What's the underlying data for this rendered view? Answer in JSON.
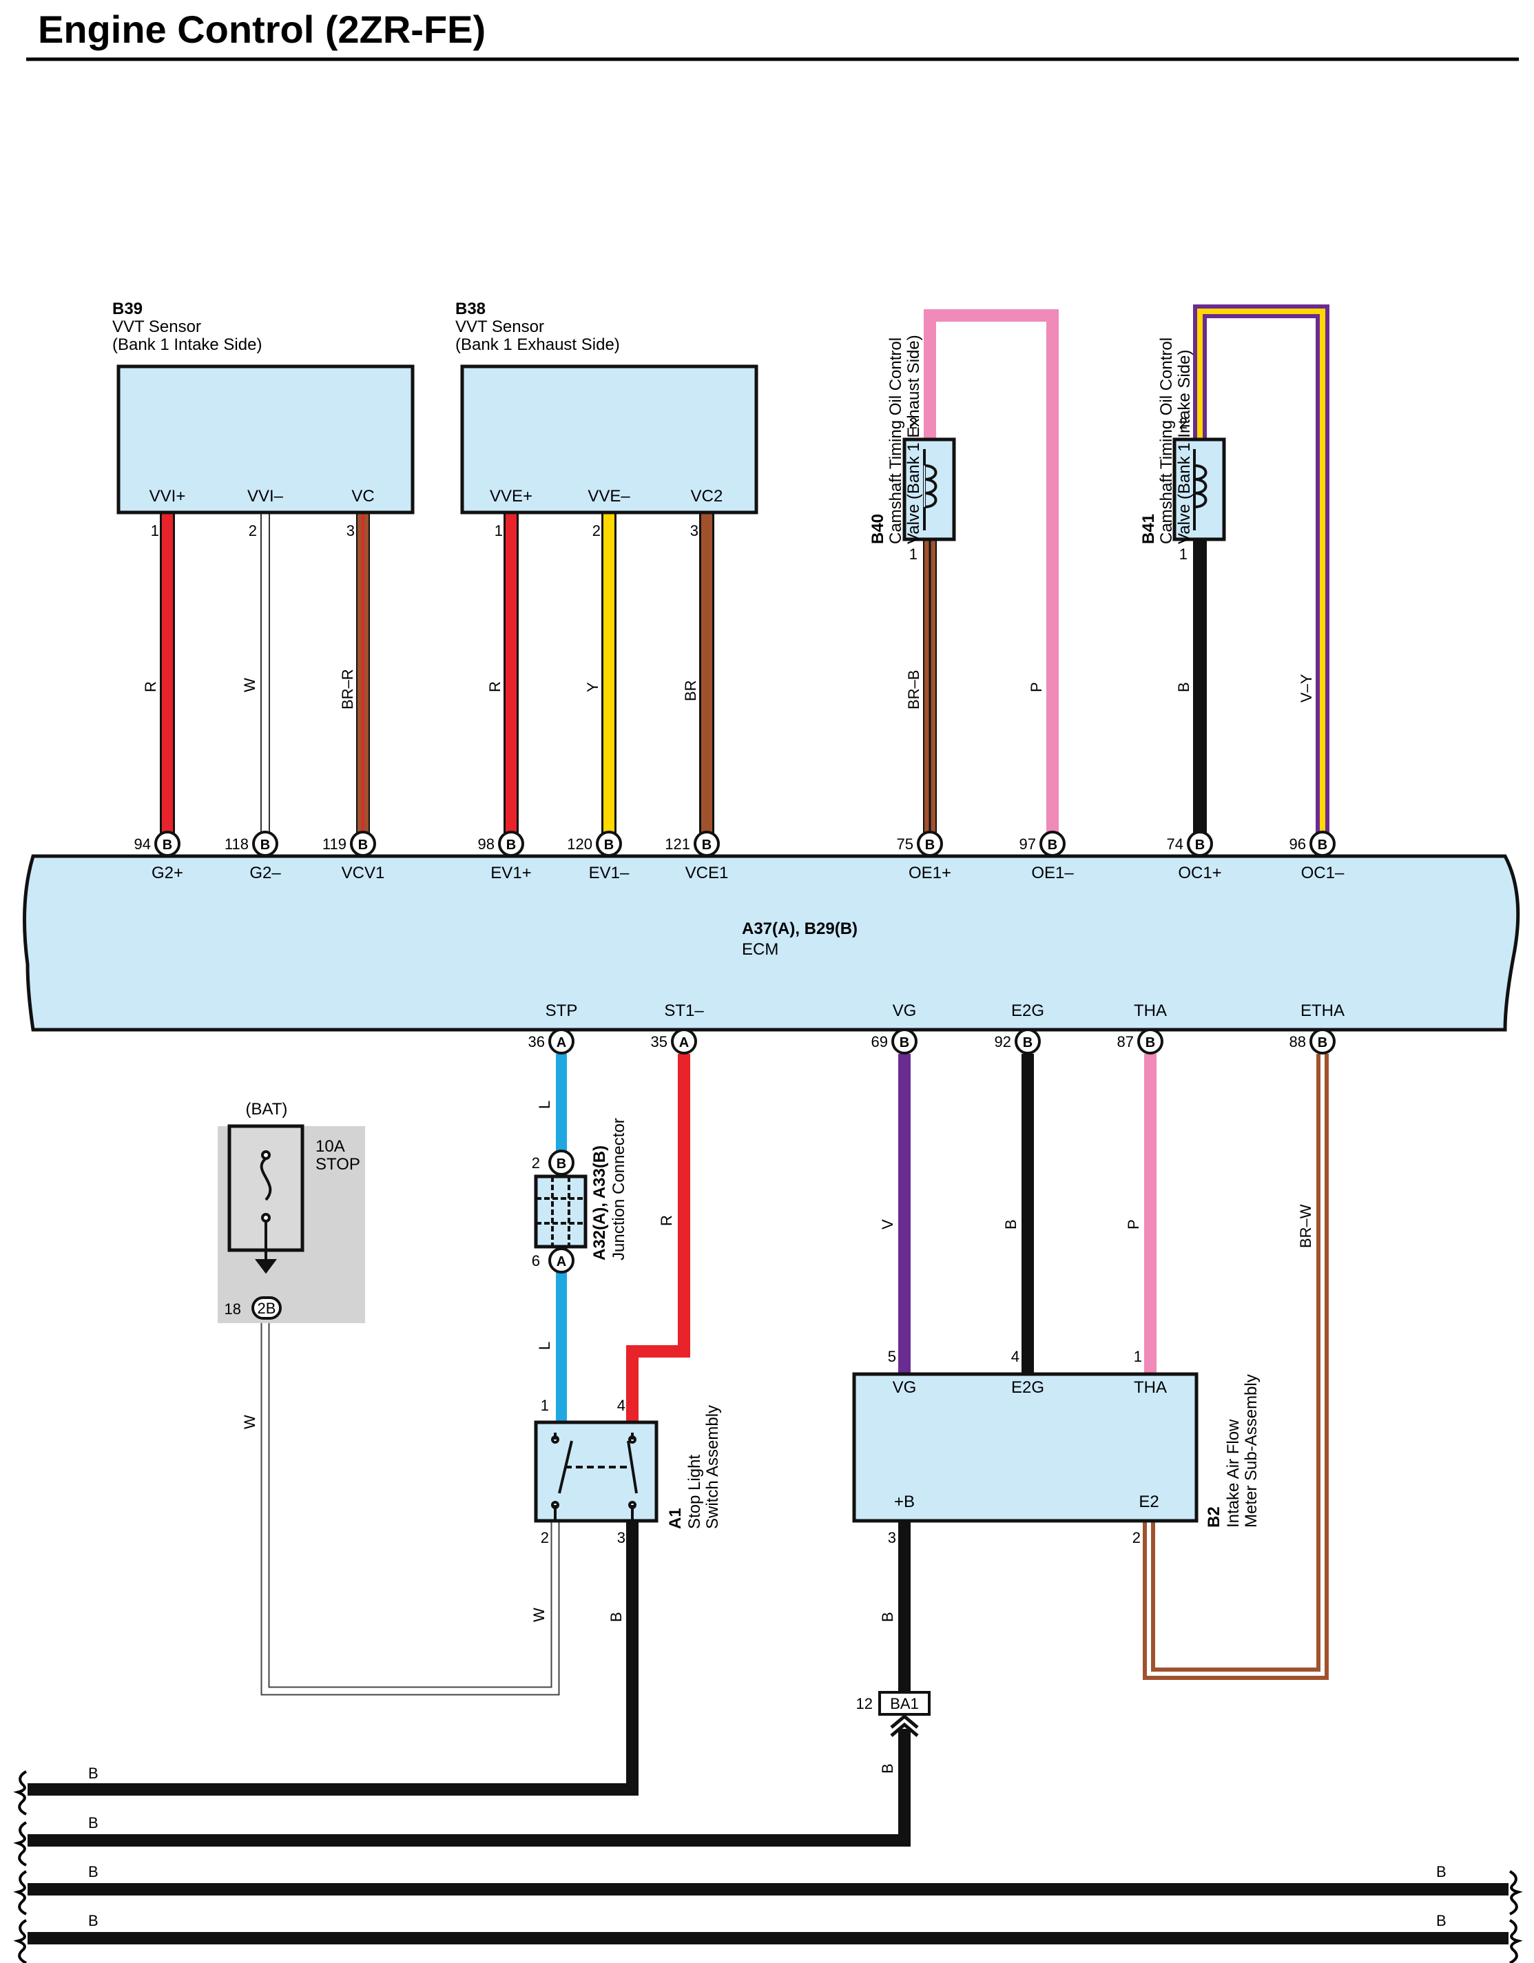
{
  "title": "Engine Control (2ZR-FE)",
  "components": {
    "b39": {
      "code": "B39",
      "line1": "VVT Sensor",
      "line2": "(Bank 1 Intake Side)",
      "pins": [
        "VVI+",
        "VVI–",
        "VC"
      ],
      "pin_nums": [
        "1",
        "2",
        "3"
      ]
    },
    "b38": {
      "code": "B38",
      "line1": "VVT Sensor",
      "line2": "(Bank 1 Exhaust Side)",
      "pins": [
        "VVE+",
        "VVE–",
        "VC2"
      ],
      "pin_nums": [
        "1",
        "2",
        "3"
      ]
    },
    "b40": {
      "code": "B40",
      "line1": "Camshaft Timing Oil Control",
      "line2": "Valve (Bank 1 Exhaust Side)",
      "pin_top": "2",
      "pin_bottom": "1"
    },
    "b41": {
      "code": "B41",
      "line1": "Camshaft Timing Oil Control",
      "line2": "Valve (Bank 1 Intake Side)",
      "pin_top": "2",
      "pin_bottom": "1"
    },
    "ecm": {
      "code": "A37(A), B29(B)",
      "name": "ECM",
      "top_terms": [
        {
          "num": "94",
          "conn": "B",
          "label": "G2+"
        },
        {
          "num": "118",
          "conn": "B",
          "label": "G2–"
        },
        {
          "num": "119",
          "conn": "B",
          "label": "VCV1"
        },
        {
          "num": "98",
          "conn": "B",
          "label": "EV1+"
        },
        {
          "num": "120",
          "conn": "B",
          "label": "EV1–"
        },
        {
          "num": "121",
          "conn": "B",
          "label": "VCE1"
        },
        {
          "num": "75",
          "conn": "B",
          "label": "OE1+"
        },
        {
          "num": "97",
          "conn": "B",
          "label": "OE1–"
        },
        {
          "num": "74",
          "conn": "B",
          "label": "OC1+"
        },
        {
          "num": "96",
          "conn": "B",
          "label": "OC1–"
        }
      ],
      "bottom_terms": [
        {
          "num": "36",
          "conn": "A",
          "label": "STP"
        },
        {
          "num": "35",
          "conn": "A",
          "label": "ST1–"
        },
        {
          "num": "69",
          "conn": "B",
          "label": "VG"
        },
        {
          "num": "92",
          "conn": "B",
          "label": "E2G"
        },
        {
          "num": "87",
          "conn": "B",
          "label": "THA"
        },
        {
          "num": "88",
          "conn": "B",
          "label": "ETHA"
        }
      ]
    },
    "fuse": {
      "source": "(BAT)",
      "rating": "10A",
      "name": "STOP",
      "conn": "2B",
      "num": "18"
    },
    "junction": {
      "code": "A32(A), A33(B)",
      "name": "Junction Connector",
      "top_num": "2",
      "top_conn": "B",
      "bottom_num": "6",
      "bottom_conn": "A"
    },
    "a1": {
      "code": "A1",
      "line1": "Stop Light",
      "line2": "Switch Assembly",
      "pins": [
        "1",
        "4",
        "2",
        "3"
      ]
    },
    "b2": {
      "code": "B2",
      "line1": "Intake Air Flow",
      "line2": "Meter Sub-Assembly",
      "top_pins": [
        {
          "num": "5",
          "label": "VG"
        },
        {
          "num": "4",
          "label": "E2G"
        },
        {
          "num": "1",
          "label": "THA"
        }
      ],
      "bottom_pins": [
        {
          "num": "3",
          "label": "+B"
        },
        {
          "num": "2",
          "label": "E2"
        }
      ]
    },
    "ba1": {
      "name": "BA1",
      "num": "12"
    }
  },
  "wires": {
    "b39": [
      "R",
      "W",
      "BR–R"
    ],
    "b38": [
      "R",
      "Y",
      "BR"
    ],
    "b40": [
      "BR–B",
      "P"
    ],
    "b41": [
      "B",
      "V–Y"
    ],
    "stp_upper": "L",
    "stp_lower": "L",
    "st1": "R",
    "vg": "V",
    "e2g": "B",
    "tha": "P",
    "etha": "BR–W",
    "fuse_out": "W",
    "sw_out2": "W",
    "sw_out3": "B",
    "b2_plus": "B",
    "ba1_out": "B",
    "ground": [
      "B",
      "B",
      "B",
      "B"
    ],
    "ground_right": [
      "B",
      "B"
    ]
  },
  "wire_colors": {
    "R": "#e8232a",
    "W": "#ffffff",
    "BR": "#a0522d",
    "Y": "#ffd800",
    "P": "#f08ab8",
    "B": "#111111",
    "V": "#6a2c91",
    "L": "#1ea7e1"
  },
  "panel_color": "#cce9f8"
}
